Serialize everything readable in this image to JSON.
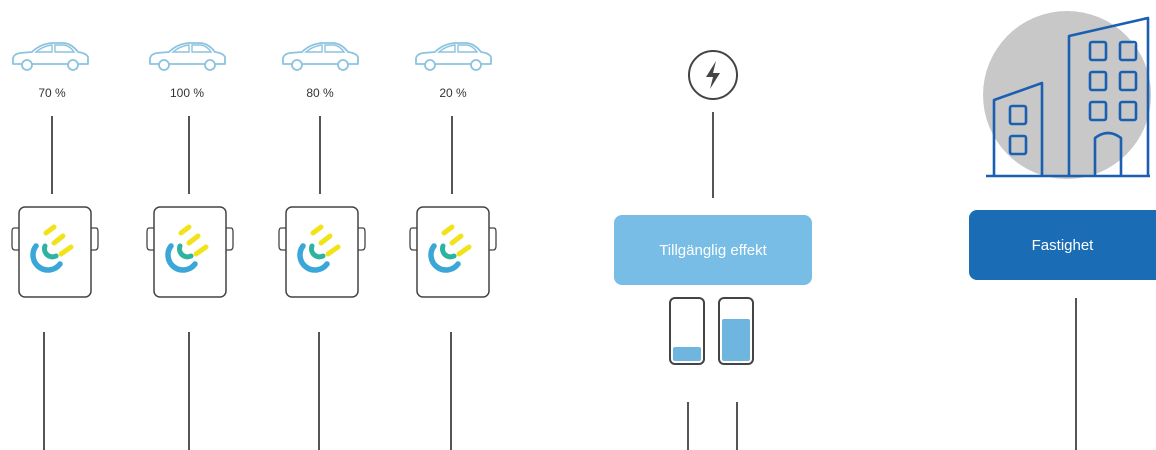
{
  "cars": [
    {
      "label": "70 %"
    },
    {
      "label": "100 %"
    },
    {
      "label": "80 %"
    },
    {
      "label": "20 %"
    }
  ],
  "chargers": [
    {
      "icon": "charger-logo-icon"
    },
    {
      "icon": "charger-logo-icon"
    },
    {
      "icon": "charger-logo-icon"
    },
    {
      "icon": "charger-logo-icon"
    }
  ],
  "power": {
    "icon": "lightning-icon",
    "box_label": "Tillgänglig effekt",
    "batteries": [
      {
        "level": 0.28
      },
      {
        "level": 0.72
      }
    ]
  },
  "property": {
    "icon": "building-icon",
    "box_label": "Fastighet"
  },
  "colors": {
    "car_outline": "#8cc3e0",
    "power_box": "#78bde5",
    "property_box": "#1a6db5",
    "battery_fill": "#6eb5e0",
    "building_bg": "#c8c8c8",
    "building_line": "#1a5fb0"
  }
}
